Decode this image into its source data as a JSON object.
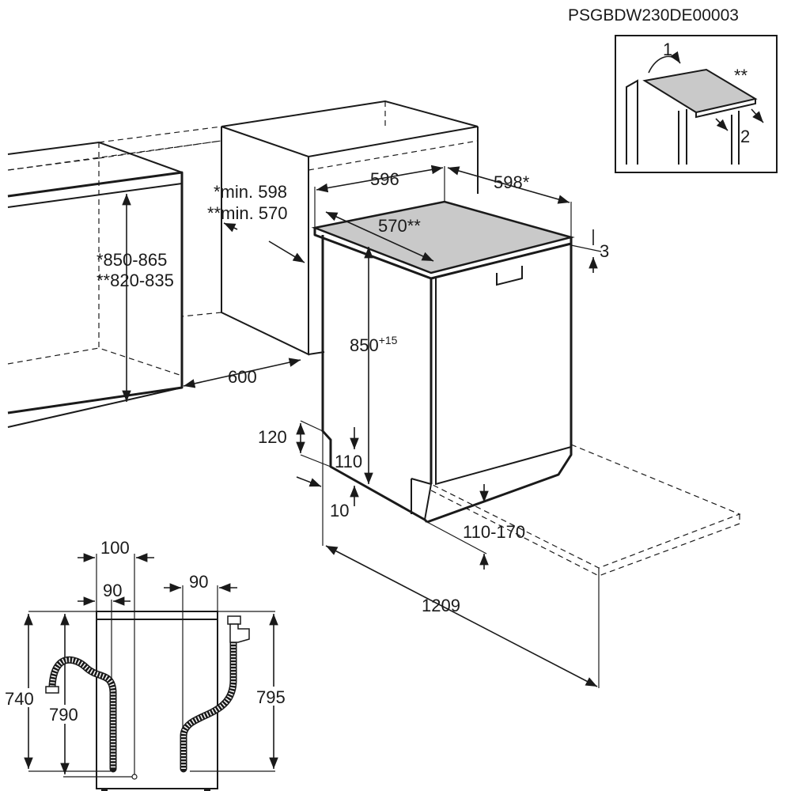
{
  "document_code": "PSGBDW230DE00003",
  "inset": {
    "step1": "1",
    "step2": "2",
    "note_mark": "**"
  },
  "niche": {
    "width": "596",
    "depth_a": "598*",
    "depth_b": "570**",
    "min_a": "*min. 598",
    "min_b": "**min. 570",
    "height_a": "*850-865",
    "height_b": "**820-835",
    "depth_600": "600"
  },
  "appliance": {
    "height": "850",
    "height_tol": "+15",
    "top_gap": "3",
    "plinth_120": "120",
    "plinth_110": "110",
    "plinth_10": "10",
    "foot_range": "110-170",
    "door_open": "1209"
  },
  "rear_view": {
    "offset_100": "100",
    "offset_90_left": "90",
    "offset_90_right": "90",
    "h_740": "740",
    "h_790": "790",
    "h_795": "795"
  },
  "colors": {
    "line": "#1a1a1a",
    "top_panel": "#c9c9c9"
  }
}
